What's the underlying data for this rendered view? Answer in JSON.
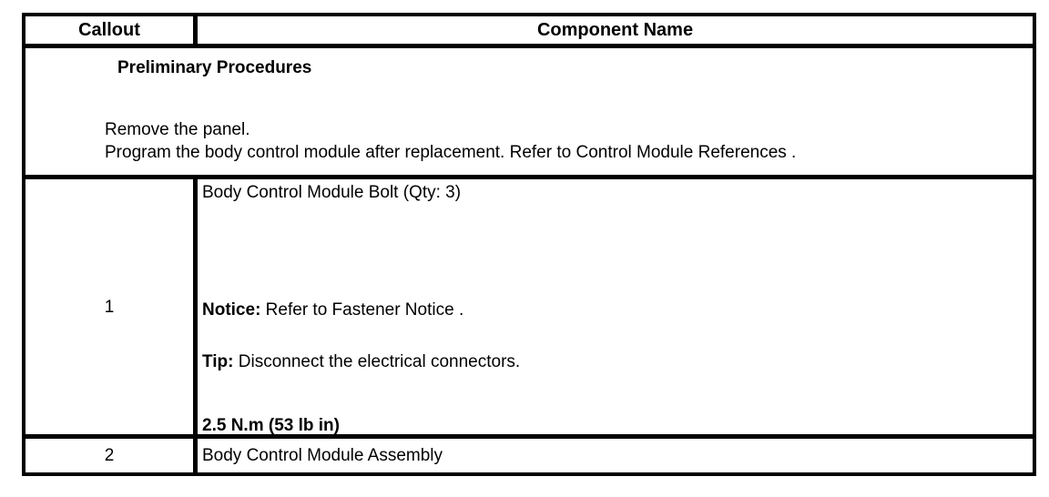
{
  "table": {
    "header": {
      "callout": "Callout",
      "component": "Component Name"
    },
    "preliminary": {
      "title": "Preliminary Procedures",
      "steps": [
        "Remove the panel.",
        "Program the body control module after replacement. Refer to Control Module References ."
      ]
    },
    "rows": [
      {
        "callout": "1",
        "name": "Body Control Module Bolt (Qty: 3)",
        "notice_label": "Notice:",
        "notice_text": " Refer to Fastener Notice .",
        "tip_label": "Tip:",
        "tip_text": " Disconnect the electrical connectors.",
        "torque": "2.5 N.m (53 lb in)"
      },
      {
        "callout": "2",
        "name": "Body Control Module Assembly"
      }
    ]
  },
  "colors": {
    "border": "#000000",
    "text": "#000000",
    "background": "#ffffff"
  }
}
